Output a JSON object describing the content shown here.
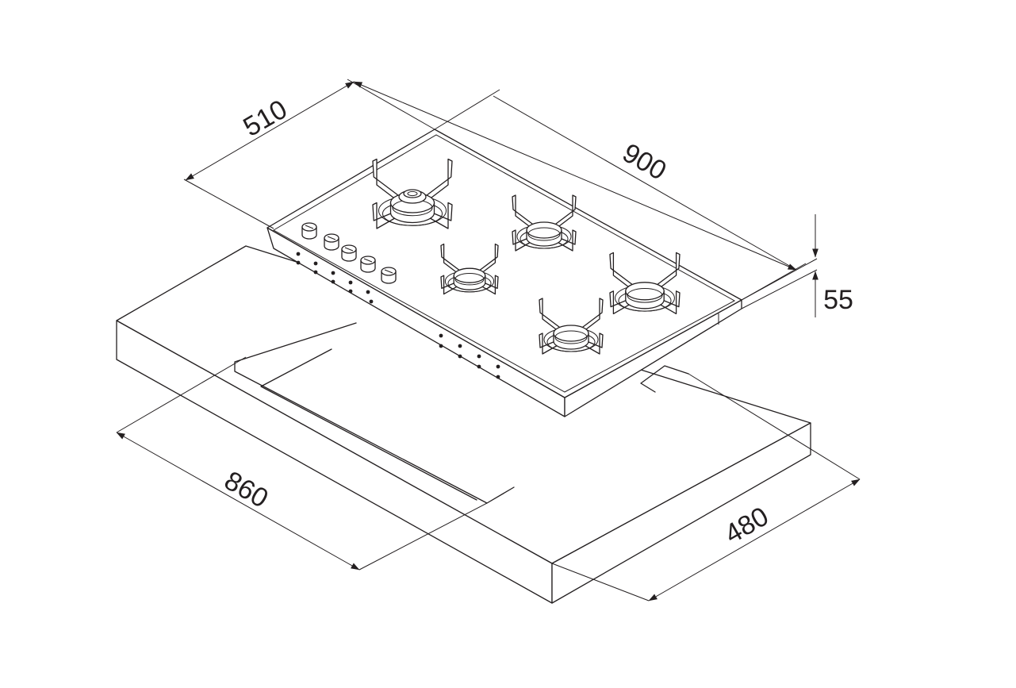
{
  "dimensions": {
    "hob_depth": "510",
    "hob_width": "900",
    "hob_height": "55",
    "cutout_width": "860",
    "cutout_depth": "480"
  },
  "burners": {
    "count": 5,
    "knob_count": 5
  }
}
